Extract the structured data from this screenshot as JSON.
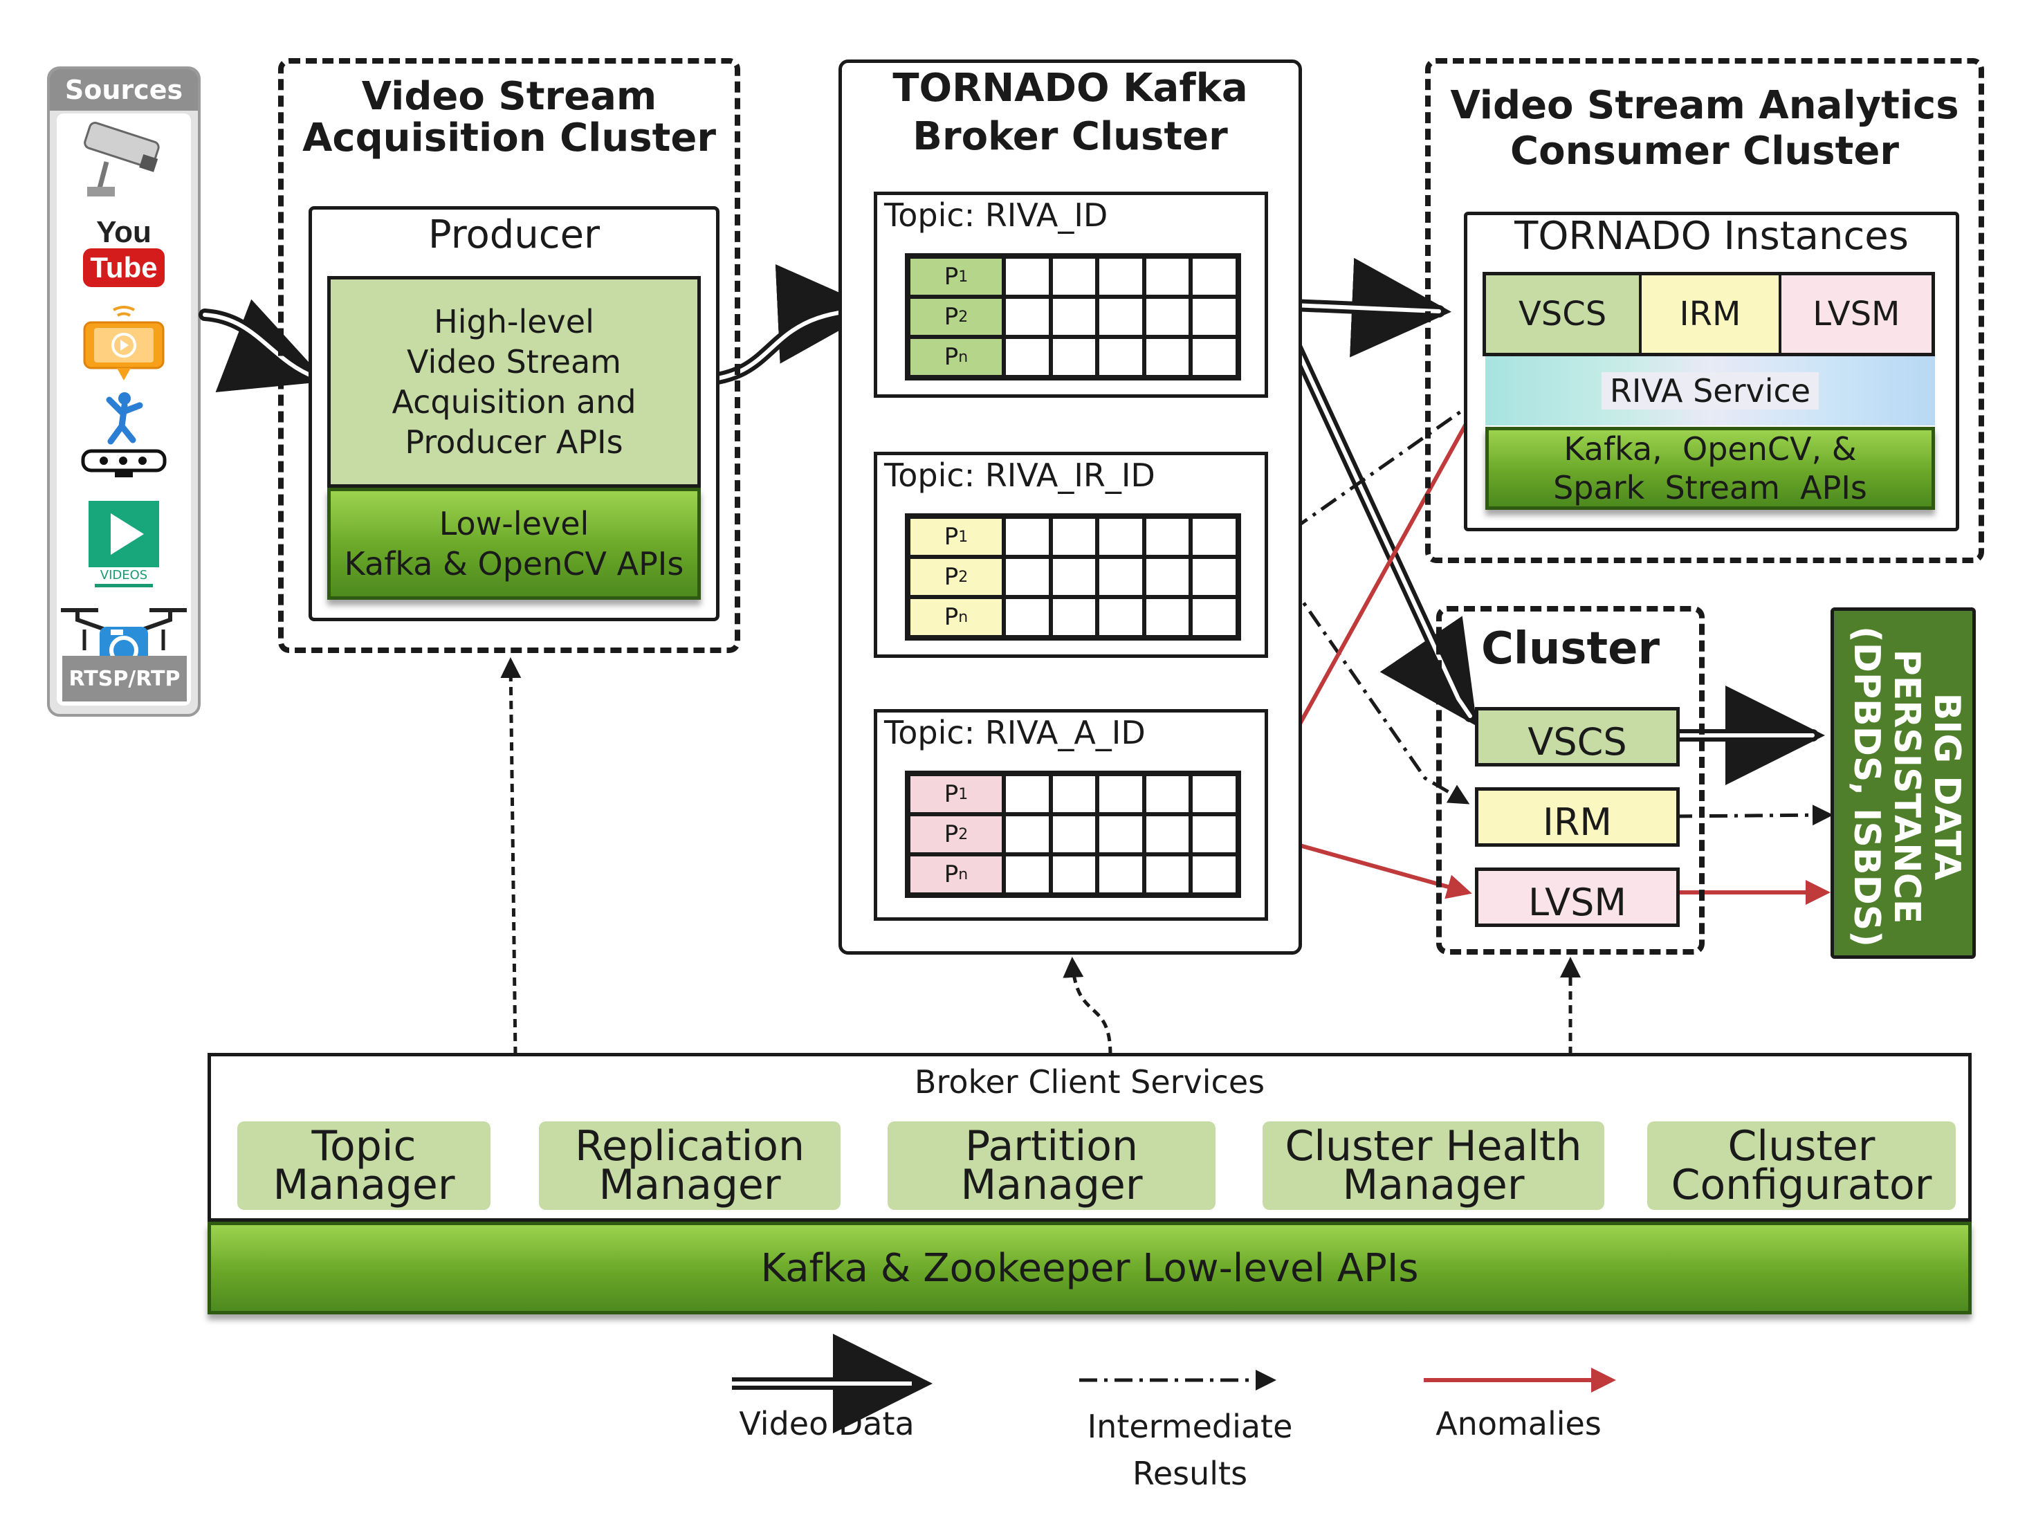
{
  "sources": {
    "header": "Sources",
    "icons": [
      "cctv-camera-icon",
      "youtube-icon",
      "streaming-phone-icon",
      "kinect-motion-icon",
      "video-play-icon",
      "drone-camera-icon"
    ],
    "youtube_top": "You",
    "youtube_bottom": "Tube",
    "videos_caption": "VIDEOS",
    "protocol": "RTSP/RTP"
  },
  "acquisition": {
    "title_line1": "Video Stream",
    "title_line2": "Acquisition Cluster",
    "producer": "Producer",
    "high_level": [
      "High-level",
      "Video Stream",
      "Acquisition and",
      "Producer APIs"
    ],
    "low_level": [
      "Low-level",
      "Kafka & OpenCV APIs"
    ]
  },
  "broker": {
    "title_line1": "TORNADO Kafka",
    "title_line2": "Broker Cluster",
    "topics": [
      {
        "name": "Topic: RIVA_ID",
        "partitions": [
          "P",
          "P",
          "P"
        ],
        "subs": [
          "1",
          "2",
          "n"
        ],
        "color": "#b5d68a"
      },
      {
        "name": "Topic: RIVA_IR_ID",
        "partitions": [
          "P",
          "P",
          "P"
        ],
        "subs": [
          "1",
          "2",
          "n"
        ],
        "color": "#fbf7c0"
      },
      {
        "name": "Topic: RIVA_A_ID",
        "partitions": [
          "P",
          "P",
          "P"
        ],
        "subs": [
          "1",
          "2",
          "n"
        ],
        "color": "#f5d6dc"
      }
    ]
  },
  "consumer": {
    "title_line1": "Video Stream Analytics",
    "title_line2": "Consumer Cluster",
    "instances": "TORNADO Instances",
    "modules": [
      {
        "label": "VSCS",
        "color": "#c6dca4"
      },
      {
        "label": "IRM",
        "color": "#fbf7c0"
      },
      {
        "label": "LVSM",
        "color": "#fae4ea"
      }
    ],
    "riva_service": "RIVA Service",
    "apis": [
      "Kafka,  OpenCV, &",
      "Spark  Stream  APIs"
    ]
  },
  "cluster": {
    "title": "Cluster",
    "modules": [
      {
        "label": "VSCS",
        "color": "#c6dca4"
      },
      {
        "label": "IRM",
        "color": "#fbf7c0"
      },
      {
        "label": "LVSM",
        "color": "#fae4ea"
      }
    ]
  },
  "persistence": {
    "line1": "BIG DATA",
    "line2": "PERSISTANCE",
    "line3": "(DPBDS, ISBDS)"
  },
  "broker_client": {
    "title": "Broker Client Services",
    "managers": [
      [
        "Topic",
        "Manager"
      ],
      [
        "Replication",
        "Manager"
      ],
      [
        "Partition",
        "Manager"
      ],
      [
        "Cluster Health",
        "Manager"
      ],
      [
        "Cluster",
        "Configurator"
      ]
    ],
    "low_level": "Kafka & Zookeeper Low-level APIs"
  },
  "legend": {
    "video": "Video Data",
    "intermediate_line1": "Intermediate",
    "intermediate_line2": "Results",
    "anomalies": "Anomalies"
  },
  "colors": {
    "anomaly": "#c0393b",
    "ink": "#1a1a1a",
    "light_green": "#c6dca4",
    "dark_green": "#4f7f2a",
    "yellow": "#fbf7c0",
    "pink": "#f5d6dc"
  }
}
